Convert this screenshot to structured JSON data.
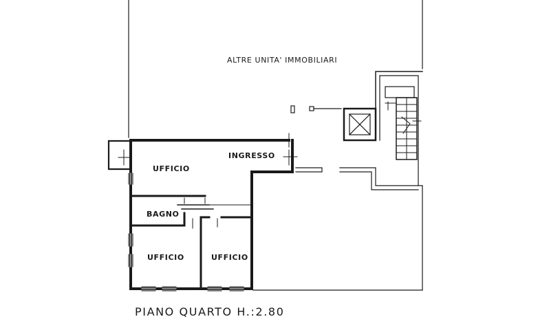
{
  "labels": {
    "other_units": "ALTRE UNITA' IMMOBILIARI",
    "entrance": "INGRESSO",
    "office_top": "UFFICIO",
    "bathroom": "BAGNO",
    "office_bottom_left": "UFFICIO",
    "office_bottom_right": "UFFICIO"
  },
  "caption": "PIANO QUARTO H.:2.80",
  "colors": {
    "ink": "#1a1a1a",
    "background": "#ffffff"
  }
}
